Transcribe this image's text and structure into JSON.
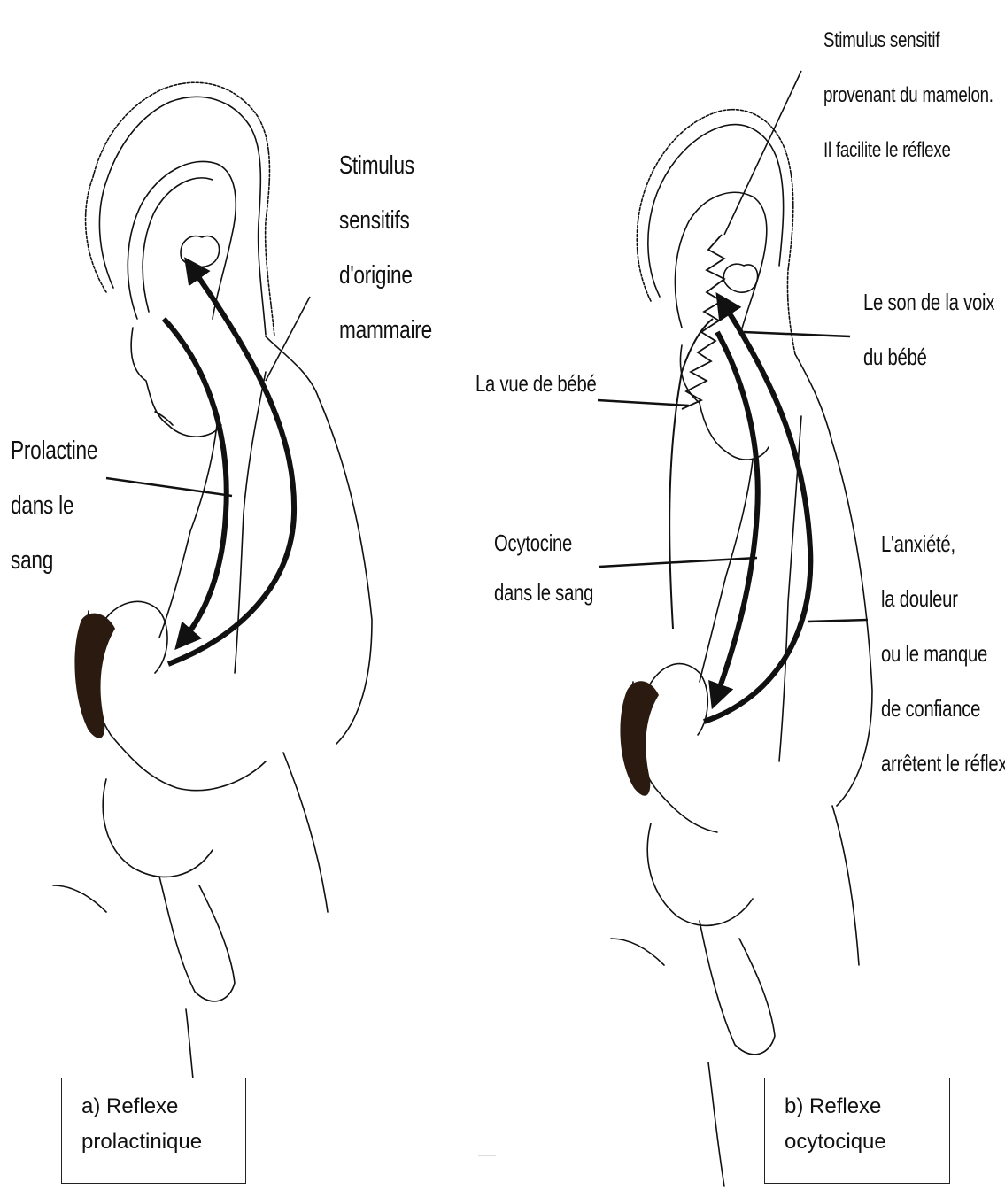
{
  "panel_a": {
    "label_stimulus": [
      "Stimulus",
      "sensitifs",
      "d'origine",
      "mammaire"
    ],
    "label_prolactine": [
      "Prolactine",
      "dans le",
      "sang"
    ],
    "caption": [
      "a) Reflexe",
      "prolactinique"
    ]
  },
  "panel_b": {
    "label_stimulus_mamelon": [
      "Stimulus sensitif",
      "provenant du mamelon.",
      "Il facilite le réflexe"
    ],
    "label_son_voix": [
      "Le son de la voix",
      "du bébé"
    ],
    "label_vue_bebe": [
      "La vue de bébé"
    ],
    "label_ocytocine": [
      "Ocytocine",
      "dans le sang"
    ],
    "label_anxiete": [
      "L'anxiété,",
      "la douleur",
      "ou le manque",
      "de confiance",
      "arrêtent le réflexe"
    ],
    "caption": [
      "b) Reflexe",
      "ocytocique"
    ]
  },
  "colors": {
    "ink": "#111111",
    "paper": "#ffffff",
    "hair": "#2a1a10"
  }
}
